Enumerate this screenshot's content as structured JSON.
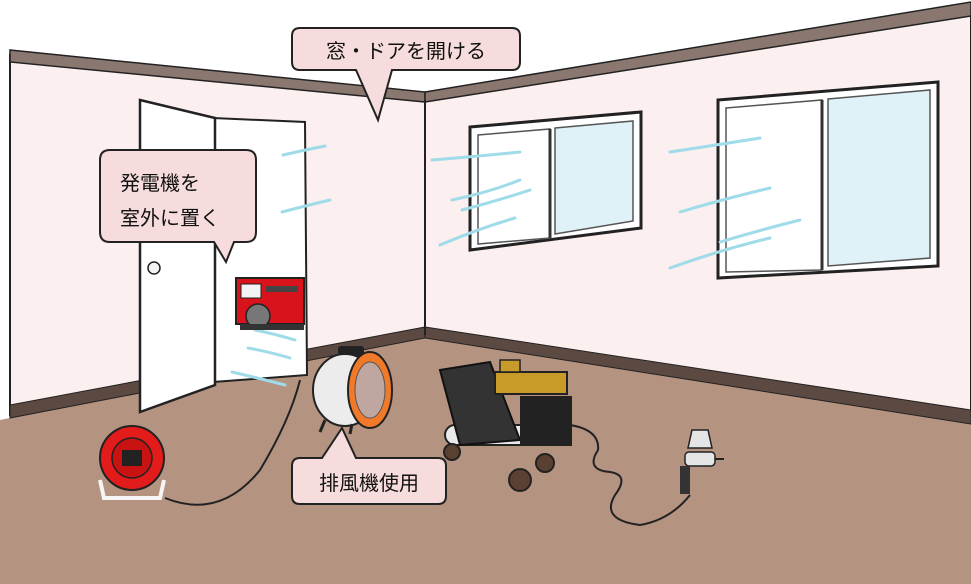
{
  "callouts": {
    "open_windows": "窓・ドアを開ける",
    "generator_line1": "発電機を",
    "generator_line2": "室外に置く",
    "exhaust_fan": "排風機使用"
  },
  "colors": {
    "wall": "#fbefef",
    "floor": "#b49380",
    "baseboard": "#5c4a42",
    "callout_fill": "#f6dcdc",
    "airflow": "#9fdbe8",
    "window_glass": "#dff2f8",
    "generator_red": "#d8131b",
    "fan_orange": "#f07a2a",
    "compressor_gold": "#c89a2a",
    "reel_red": "#e31b1b"
  }
}
